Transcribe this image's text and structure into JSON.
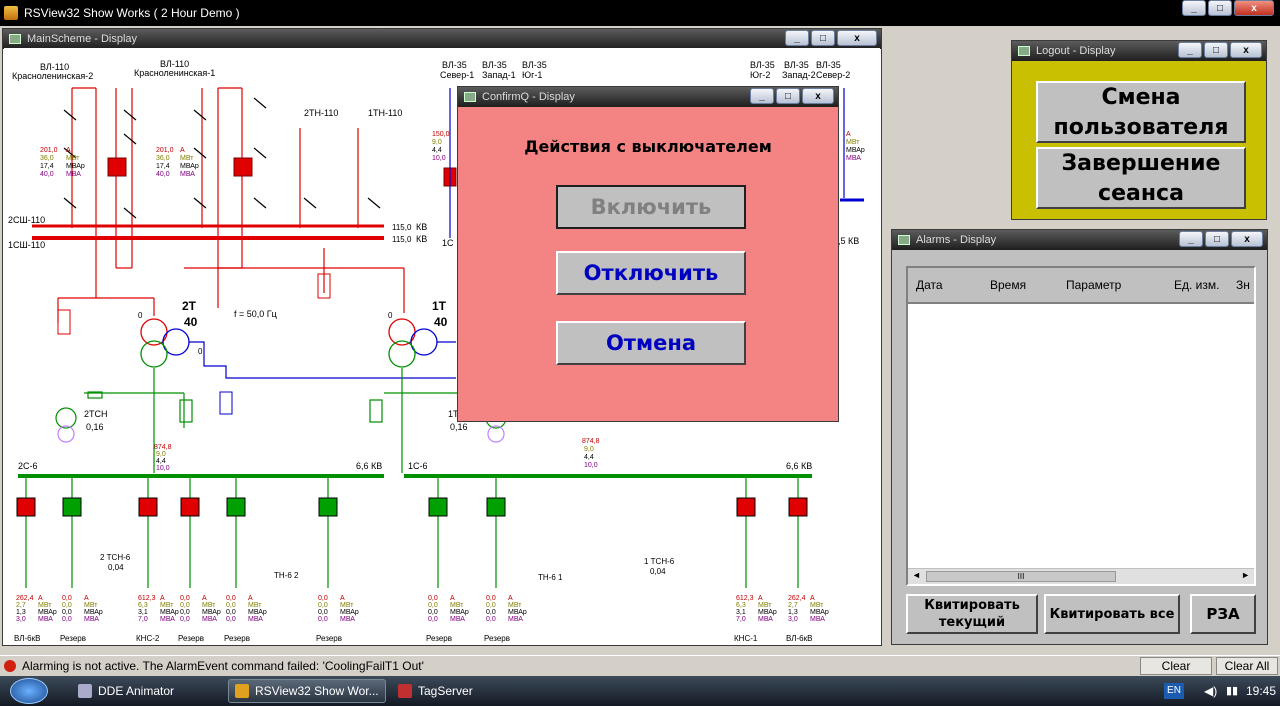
{
  "app": {
    "title": "RSView32 Show Works ( 2 Hour Demo )"
  },
  "scheme": {
    "window_title": "MainScheme - Display",
    "lines_top_left": [
      {
        "name": "ВЛ-110",
        "sub": "Красноленинская-2"
      },
      {
        "name": "ВЛ-110",
        "sub": "Красноленинская-1"
      }
    ],
    "lines_top_mid": [
      "ВЛ-35",
      "ВЛ-35",
      "ВЛ-35"
    ],
    "lines_top_mid_sub": [
      "Север-1",
      "Запад-1",
      "Юг-1"
    ],
    "lines_top_right": [
      "ВЛ-35",
      "ВЛ-35",
      "ВЛ-35"
    ],
    "lines_top_right_sub": [
      "Юг-2",
      "Запад-2",
      "Север-2"
    ],
    "tr_labels": [
      "2ТН-110",
      "1ТН-110"
    ],
    "bus_labels": [
      "2СШ-110",
      "1СШ-110"
    ],
    "bus_kv": [
      "115,0",
      "115,0"
    ],
    "kv_unit": "КВ",
    "right_kv": ",5 КВ",
    "left_1c": "1С",
    "meas1": [
      "201,0",
      "36,0",
      "17,4",
      "40,0"
    ],
    "meas2": [
      "201,0",
      "36,0",
      "17,4",
      "40,0"
    ],
    "meas3": [
      "150,0",
      "9,0",
      "4,4",
      "10,0"
    ],
    "meas_units": [
      "А",
      "МВт",
      "МВАр",
      "МВА"
    ],
    "freq": "f =   50,0 Гц",
    "t2": {
      "name": "2Т",
      "power": "40",
      "zero": "0"
    },
    "t1": {
      "name": "1Т",
      "power": "40",
      "zero": "0"
    },
    "tsn2": {
      "name": "2ТСН",
      "val": "0,16"
    },
    "tsn1": {
      "name": "1Т",
      "val": "0,16"
    },
    "mid_meas_left": [
      "874,8",
      "9,0",
      "4,4",
      "10,0"
    ],
    "mid_meas_right": [
      "874,8",
      "9,0",
      "4,4",
      "10,0"
    ],
    "bus6_left": {
      "name": "2С-6",
      "kv": "6,6 КВ"
    },
    "bus6_right": {
      "name": "1С-6",
      "kv": "6,6 КВ"
    },
    "tsn6_left": {
      "name": "2 ТСН-6",
      "val": "0,04"
    },
    "tsn6_right": {
      "name": "1 ТСН-6",
      "val": "0,04"
    },
    "tn6_left": "ТН-6 2",
    "tn6_right": "ТН-6 1",
    "feeder_meas_a": [
      "262,4",
      "2,7",
      "1,3",
      "3,0"
    ],
    "feeder_meas_b": [
      "612,3",
      "6,3",
      "3,1",
      "7,0"
    ],
    "feeder_meas_zero": [
      "0,0",
      "0,0",
      "0,0",
      "0,0"
    ],
    "feeder_names": [
      "ВЛ-6кВ",
      "Резерв",
      "КНС-2",
      "Резерв",
      "Резерв",
      "Резерв",
      "Резерв",
      "Резерв",
      "КНС-1",
      "ВЛ-6кВ"
    ]
  },
  "confirm": {
    "window_title": "ConfirmQ - Display",
    "heading": "Действия с выключателем",
    "on": "Включить",
    "off": "Отключить",
    "cancel": "Отмена",
    "colors": {
      "on_disabled": "#808080",
      "off": "#0000c0",
      "cancel": "#0000c0"
    }
  },
  "logout": {
    "window_title": "Logout - Display",
    "switch_user": "Смена пользователя",
    "end_session": "Завершение сеанса"
  },
  "alarms": {
    "window_title": "Alarms - Display",
    "columns": [
      "Дата",
      "Время",
      "Параметр",
      "Ед. изм.",
      "Зн"
    ],
    "scroll_grip": "III",
    "ack_current": "Квитировать текущий",
    "ack_all": "Квитировать все",
    "rza": "РЗА"
  },
  "status": {
    "message": "Alarming is not active.  The AlarmEvent command failed: 'CoolingFailT1 Out'",
    "clear": "Clear",
    "clear_all": "Clear All"
  },
  "taskbar": {
    "items": [
      "DDE Animator",
      "RSView32 Show Wor...",
      "TagServer"
    ],
    "lang": "EN",
    "clock": "19:45"
  },
  "window_buttons": {
    "minimize": "_",
    "maximize": "□",
    "close": "x"
  }
}
